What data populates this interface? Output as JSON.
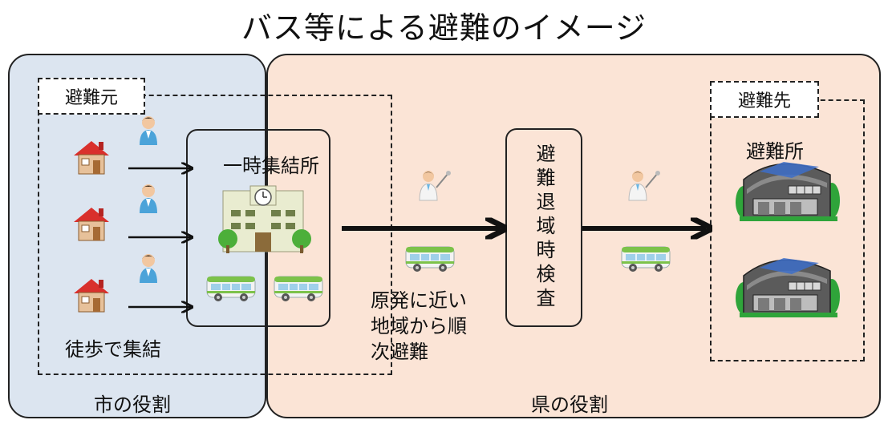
{
  "title": "バス等による避難のイメージ",
  "regions": {
    "city_label": "市の役割",
    "prefecture_label": "県の役割"
  },
  "origin": {
    "label": "避難元",
    "walk_label": "徒歩で集結"
  },
  "assembly_point": {
    "label": "一時集結所"
  },
  "route_note": [
    "原発に近い",
    "地域から順",
    "次避難"
  ],
  "screening": {
    "label": "避難退域時検査",
    "chars": [
      "避",
      "難",
      "退",
      "域",
      "時",
      "検",
      "査"
    ]
  },
  "destination": {
    "label": "避難先",
    "shelter_label": "避難所"
  },
  "icons": [
    "house-icon",
    "person-icon",
    "school-building-icon",
    "bus-icon",
    "doctor-icon",
    "gymnasium-icon"
  ],
  "colors": {
    "city_fill": "#dce5f0",
    "prefecture_fill": "#fbe4d6",
    "roof_red": "#d9302c",
    "person_blue": "#4ba3d9",
    "bus_green": "#7cc24a",
    "gym_green": "#2fa43a"
  }
}
